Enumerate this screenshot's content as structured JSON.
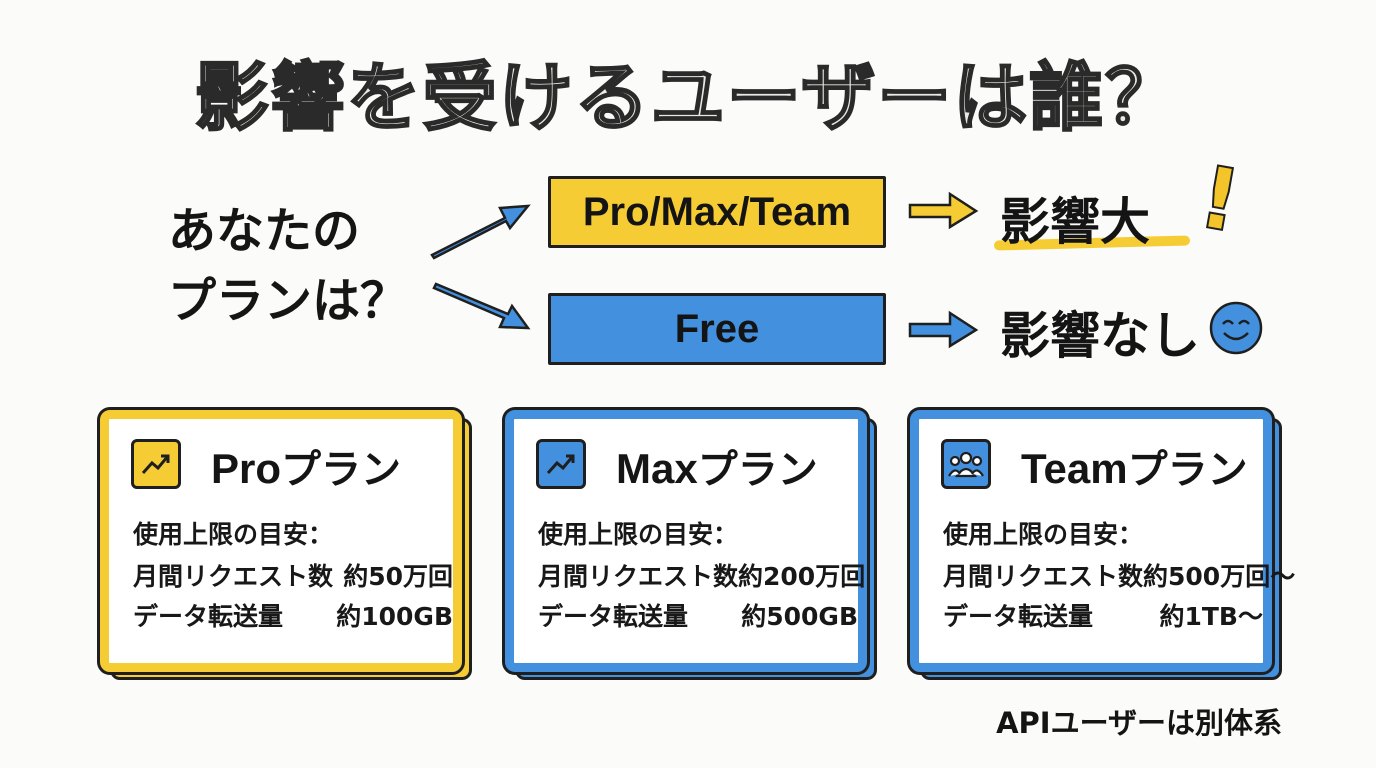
{
  "title": "影響を受けるユーザーは誰？",
  "question": [
    "あなたの",
    "プランは？"
  ],
  "branches": [
    {
      "plan": "Pro/Max/Team",
      "result": "影響大",
      "mark": "!"
    },
    {
      "plan": "Free",
      "result": "影響なし"
    }
  ],
  "cards": [
    {
      "name_latin": "Pro",
      "name_suffix": "プラン",
      "icon": "trending-up-icon",
      "heading": "使用上限の目安：",
      "rows": [
        {
          "label": "月間リクエスト数",
          "value": "約50万回"
        },
        {
          "label": "データ転送量",
          "value": "約100GB"
        }
      ]
    },
    {
      "name_latin": "Max",
      "name_suffix": "プラン",
      "icon": "trending-up-icon",
      "heading": "使用上限の目安：",
      "rows": [
        {
          "label": "月間リクエスト数",
          "value": "約200万回"
        },
        {
          "label": "データ転送量",
          "value": "約500GB"
        }
      ]
    },
    {
      "name_latin": "Team",
      "name_suffix": "プラン",
      "icon": "team-icon",
      "heading": "使用上限の目安：",
      "rows": [
        {
          "label": "月間リクエスト数",
          "value": "約500万回〜"
        },
        {
          "label": "データ転送量",
          "value": "約1TB〜"
        }
      ]
    }
  ],
  "footnote": "APIユーザーは別体系",
  "colors": {
    "yellow": "#f6cc35",
    "blue": "#4390df",
    "ink": "#1f1f1f"
  }
}
